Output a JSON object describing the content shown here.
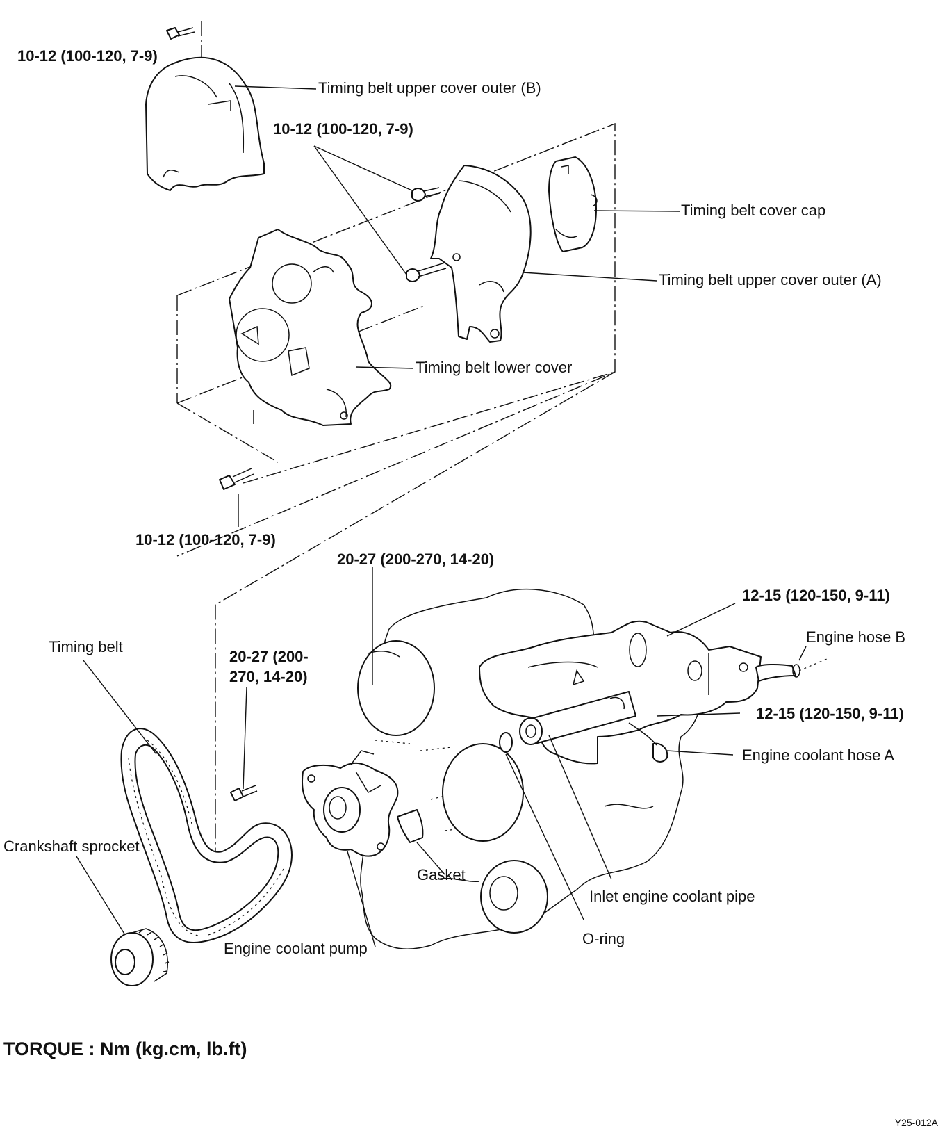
{
  "labels": {
    "upper_cover_b": "Timing belt upper cover outer (B)",
    "cover_cap": "Timing belt cover cap",
    "upper_cover_a": "Timing belt upper cover outer (A)",
    "lower_cover": "Timing belt lower cover",
    "timing_belt": "Timing belt",
    "engine_hose_b": "Engine hose B",
    "coolant_hose_a": "Engine coolant hose A",
    "crank_sprocket": "Crankshaft sprocket",
    "gasket": "Gasket",
    "inlet_pipe": "Inlet engine coolant pipe",
    "coolant_pump": "Engine coolant pump",
    "o_ring": "O-ring"
  },
  "torques": {
    "t1": "10-12 (100-120, 7-9)",
    "t2": "10-12 (100-120, 7-9)",
    "t3": "10-12 (100-120, 7-9)",
    "t4": "20-27 (200-270, 14-20)",
    "t5": "12-15 (120-150, 9-11)",
    "t6_line1": "20-27 (200-",
    "t6_line2": "270, 14-20)",
    "t7": "12-15 (120-150, 9-11)"
  },
  "footer": {
    "torque_units": "TORQUE : Nm (kg.cm, lb.ft)",
    "figure_code": "Y25-012A"
  }
}
